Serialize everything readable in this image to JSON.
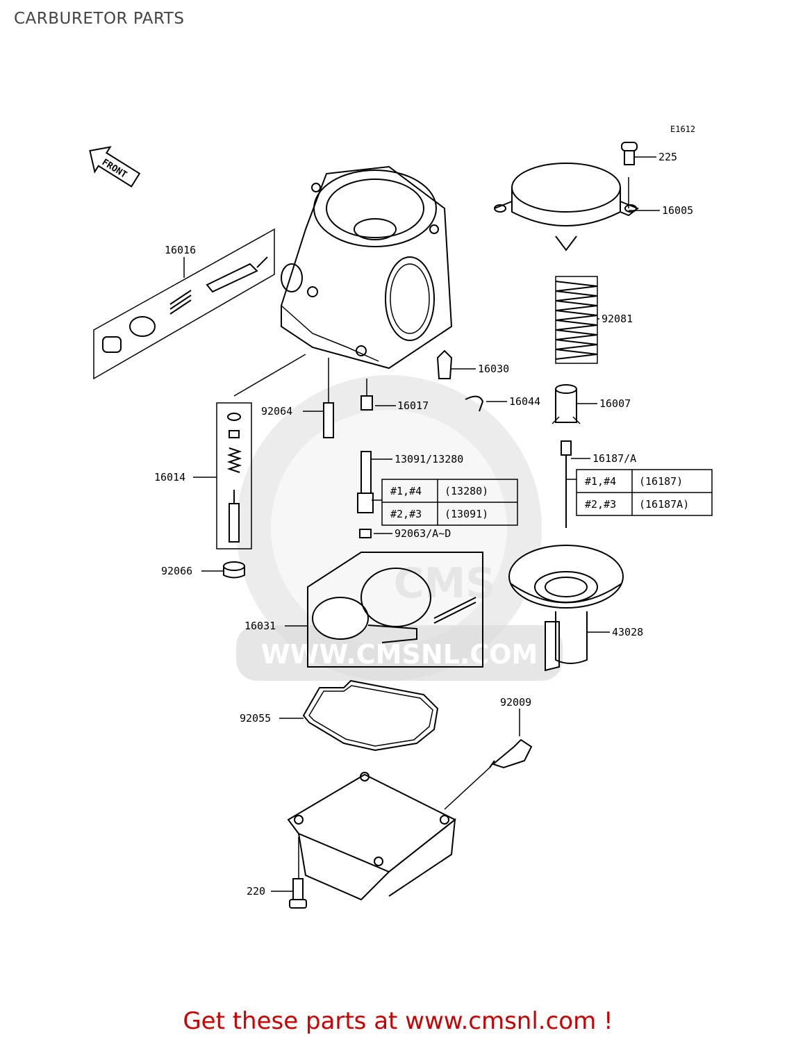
{
  "title": "CARBURETOR PARTS",
  "diagram_code": "E1612",
  "front_label": "FRONT",
  "parts": [
    {
      "id": "225"
    },
    {
      "id": "16005"
    },
    {
      "id": "16016"
    },
    {
      "id": "92081"
    },
    {
      "id": "16030"
    },
    {
      "id": "92064"
    },
    {
      "id": "16017"
    },
    {
      "id": "16044"
    },
    {
      "id": "16007"
    },
    {
      "id": "16187/A"
    },
    {
      "id": "13091/13280"
    },
    {
      "id": "16014"
    },
    {
      "id": "92063/A~D"
    },
    {
      "id": "92066"
    },
    {
      "id": "16031"
    },
    {
      "id": "43028"
    },
    {
      "id": "92055"
    },
    {
      "id": "92009"
    },
    {
      "id": "220"
    }
  ],
  "jet_table": {
    "rows": [
      {
        "cyl": "#1,#4",
        "part": "(13280)"
      },
      {
        "cyl": "#2,#3",
        "part": "(13091)"
      }
    ]
  },
  "needle_table": {
    "rows": [
      {
        "cyl": "#1,#4",
        "part": "(16187)"
      },
      {
        "cyl": "#2,#3",
        "part": "(16187A)"
      }
    ]
  },
  "watermark": {
    "text": "WWW.CMSNL.COM",
    "logo_text": "CMS"
  },
  "footer": {
    "text": "Get these parts at www.cmsnl.com !"
  }
}
